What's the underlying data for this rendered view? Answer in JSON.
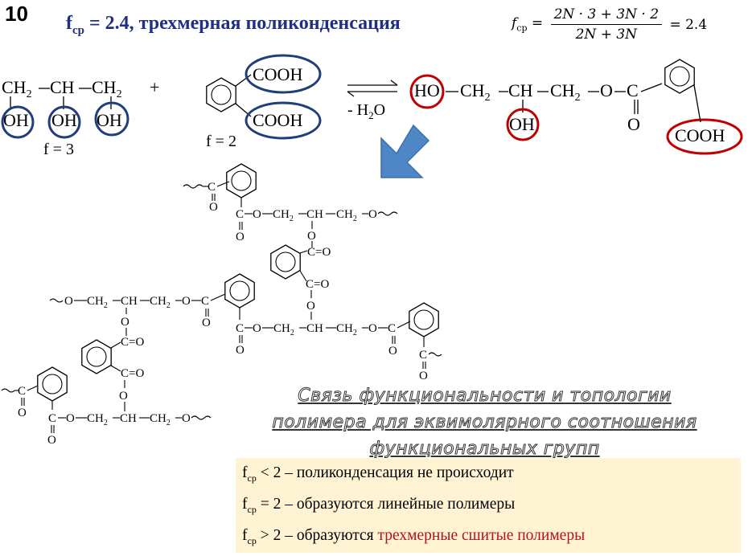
{
  "slide": {
    "number": "10",
    "title": {
      "f": "f",
      "sub": "ср",
      "rest": " = 2.4, трехмерная поликонденсация"
    },
    "formula": {
      "lhs_f": "f",
      "lhs_sub": "ср",
      "eq": "=",
      "numerator": "2N · 3 + 3N · 2",
      "denominator": "2N + 3N",
      "result": "= 2.4"
    }
  },
  "glycerol": {
    "ch2": "CH",
    "ch2_sub": "2",
    "ch": "CH",
    "oh": "OH",
    "f_label": "f = 3"
  },
  "phthalic": {
    "cooh": "COOH",
    "f_label": "f = 2"
  },
  "reaction": {
    "plus": "+",
    "water_minus": "- H",
    "water_sub": "2",
    "water_o": "O"
  },
  "product": {
    "ho": "HO",
    "ch2": "CH",
    "ch2_sub": "2",
    "ch": "CH",
    "o": "O",
    "c": "C",
    "oh": "OH",
    "cooh": "COOH"
  },
  "network": {
    "o": "O",
    "c": "C",
    "co": "C=O",
    "ch2": "CH",
    "ch2_sub": "2",
    "ch": "CH"
  },
  "caption": {
    "line1": "Связь функциональности и топологии",
    "line2": "полимера для эквимолярного соотношения",
    "line3": "функциональных групп"
  },
  "rules": [
    {
      "f": "f",
      "sub": "ср",
      "text": " < 2 – поликонденсация не происходит",
      "highlight": ""
    },
    {
      "f": "f",
      "sub": "ср",
      "text": " = 2 – образуются линейные полимеры",
      "highlight": ""
    },
    {
      "f": "f",
      "sub": "ср",
      "text": " > 2 – образуются ",
      "highlight": "трехмерные сшитые полимеры"
    }
  ],
  "colors": {
    "title": "#1f2f86",
    "circle_blue": "#1f3f7a",
    "circle_red": "#c00000",
    "arrow_blue": "#4f86c6",
    "rules_bg": "#fff3d4",
    "highlight": "#b5121b"
  }
}
